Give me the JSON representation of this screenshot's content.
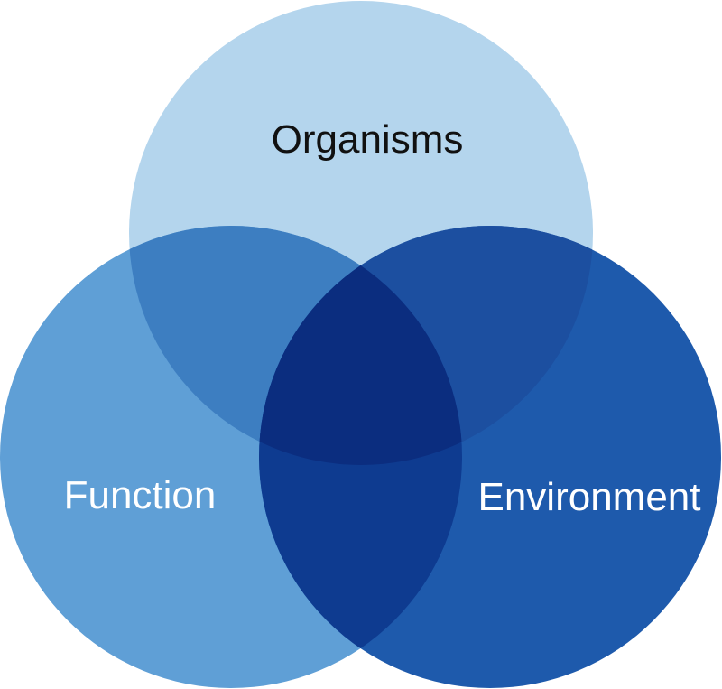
{
  "diagram": {
    "type": "venn",
    "sets": [
      {
        "id": "organisms",
        "label": "Organisms",
        "fill": "#b4d5ed",
        "text_color": "#111111"
      },
      {
        "id": "function",
        "label": "Function",
        "fill": "#5f9fd6",
        "text_color": "#ffffff"
      },
      {
        "id": "environment",
        "label": "Environment",
        "fill": "#1e5aac",
        "text_color": "#ffffff"
      }
    ],
    "overlap_colors": {
      "organisms_function": "#3d7ec1",
      "organisms_environment": "#1c4fa0",
      "function_environment": "#0e3b90",
      "center": "#0b2d7f"
    }
  }
}
